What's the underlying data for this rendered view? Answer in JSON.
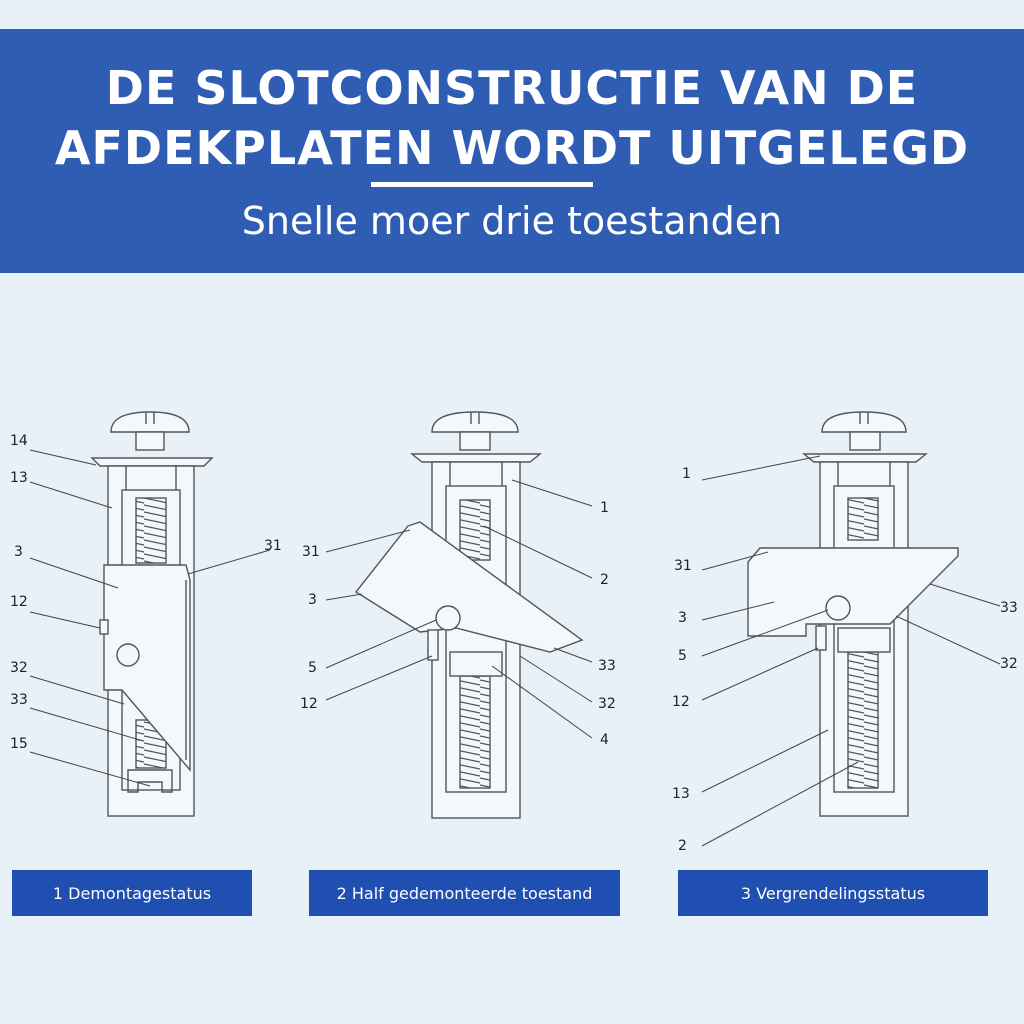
{
  "header": {
    "title_line1": "DE SLOTCONSTRUCTIE VAN DE",
    "title_line2": "AFDEKPLATEN WORDT UITGELEGD",
    "subtitle": "Snelle moer drie toestanden"
  },
  "colors": {
    "header_bg": "#2f5db4",
    "caption_bg": "#1f4fb0",
    "page_bg": "#e8f0f8",
    "line": "#555555"
  },
  "diagrams": [
    {
      "caption": "1 Demontagestatus",
      "labels": [
        "14",
        "13",
        "3",
        "12",
        "32",
        "33",
        "15",
        "31"
      ]
    },
    {
      "caption": "2 Half gedemonteerde toestand",
      "labels": [
        "31",
        "3",
        "5",
        "12",
        "1",
        "2",
        "33",
        "32",
        "4"
      ]
    },
    {
      "caption": "3 Vergrendelingsstatus",
      "labels": [
        "1",
        "31",
        "3",
        "5",
        "12",
        "13",
        "2",
        "33",
        "32"
      ]
    }
  ]
}
